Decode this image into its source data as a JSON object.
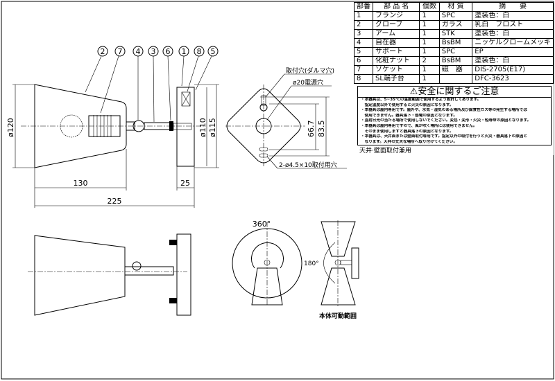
{
  "parts_table": {
    "headers": [
      "部番",
      "部 品 名",
      "個数",
      "材 質",
      "摘　　要"
    ],
    "rows": [
      [
        "1",
        "フランジ",
        "1",
        "SPC",
        "塗装色：白"
      ],
      [
        "2",
        "グローブ",
        "1",
        "ガラス",
        "乳白　フロスト"
      ],
      [
        "3",
        "アーム",
        "1",
        "STK",
        "塗装色：白"
      ],
      [
        "4",
        "自在器",
        "1",
        "BsBM",
        "ニッケルクロームメッキ"
      ],
      [
        "5",
        "サポート",
        "1",
        "SPC",
        "EP"
      ],
      [
        "6",
        "化粧ナット",
        "2",
        "BsBM",
        "塗装色：白"
      ],
      [
        "7",
        "ソケット",
        "1",
        "磁　器",
        "DIS-2705(E17)"
      ],
      [
        "8",
        "SL端子台",
        "1",
        "",
        "DFC-3623"
      ]
    ]
  },
  "caution": {
    "title": "安全に関するご注意",
    "lines": [
      "・本器具は、5~35℃の温度範囲で使用するよう設計してあります。",
      "　指定温度以外で使用すると火災の原因となります。",
      "・本器具は屋内専用です。屋外や、水気・湿気のある場所及び腐食性ガス等の発生する場所では",
      "　使用できません。器具落下・感電の原因となります。",
      "・直射日光の当たる場所で使用しないでください。変色・変形・火災・短寿命の原因となります。",
      "・本器具は屋内専用ですので、風が吹く場所には使用できません。",
      "　そのまま使用しますと器具落下の原因となります。",
      "・本器具は、天井面または壁面取付専用です。指定以外の取付を行うと火災・器具落下の原因と",
      "　なります。天井の丈夫な場所へ取り付けてください。"
    ]
  },
  "mount_note": "天井·壁面取付兼用",
  "side_view": {
    "balloons": [
      "2",
      "7",
      "4",
      "3",
      "6",
      "1",
      "8",
      "5"
    ],
    "dims": {
      "globe_dia": "ø120",
      "len_130": "130",
      "len_225": "225",
      "flange_25": "25",
      "dia_110": "ø110",
      "dia_115": "ø115"
    }
  },
  "plate_view": {
    "label_keyhole": "取付穴(ダルマ穴)",
    "label_power_hole": "ø20電源穴",
    "label_mount_holes": "2-ø4.5×10取付用穴",
    "dim_inner": "66.7",
    "dim_outer": "83.5"
  },
  "movement_view": {
    "rotation": "360°",
    "tilt": "180°",
    "caption": "本体可動範囲"
  }
}
